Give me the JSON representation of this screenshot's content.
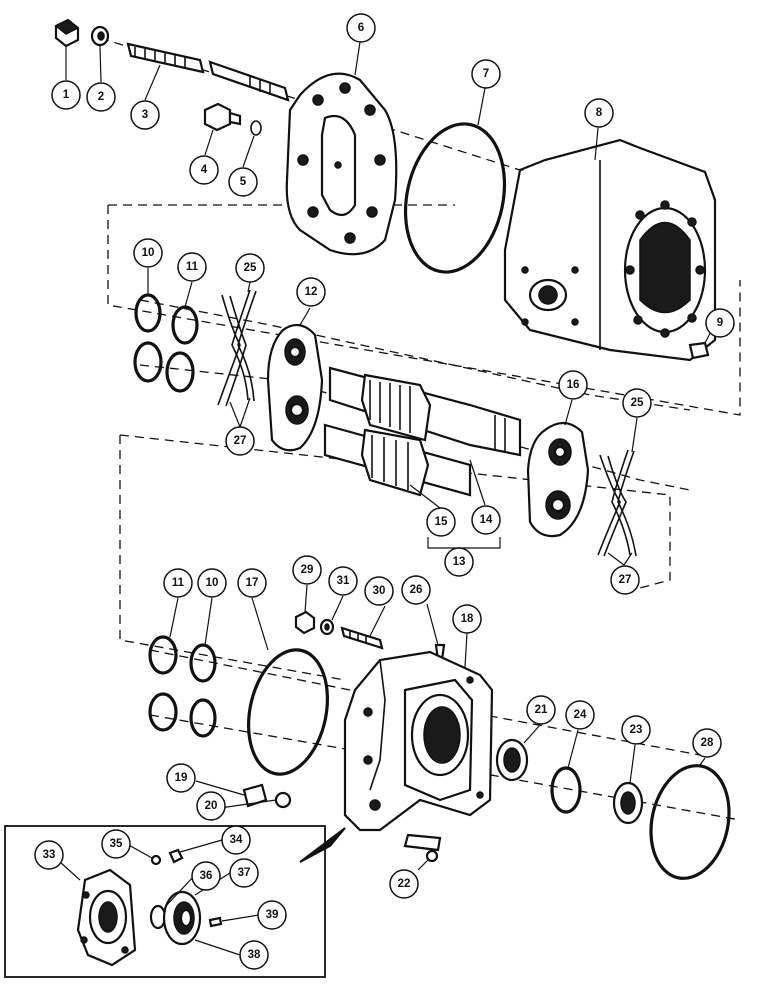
{
  "callouts": {
    "c1": "1",
    "c2": "2",
    "c3": "3",
    "c4": "4",
    "c5": "5",
    "c6": "6",
    "c7": "7",
    "c8": "8",
    "c9": "9",
    "c10a": "10",
    "c10b": "10",
    "c11a": "11",
    "c11b": "11",
    "c12": "12",
    "c13": "13",
    "c14": "14",
    "c15": "15",
    "c16": "16",
    "c17": "17",
    "c18": "18",
    "c19": "19",
    "c20": "20",
    "c21": "21",
    "c22": "22",
    "c23": "23",
    "c24": "24",
    "c25a": "25",
    "c25b": "25",
    "c26": "26",
    "c27a": "27",
    "c27b": "27",
    "c28": "28",
    "c29": "29",
    "c30": "30",
    "c31": "31",
    "c33": "33",
    "c34": "34",
    "c35": "35",
    "c36": "36",
    "c37": "37",
    "c38": "38",
    "c39": "39"
  }
}
